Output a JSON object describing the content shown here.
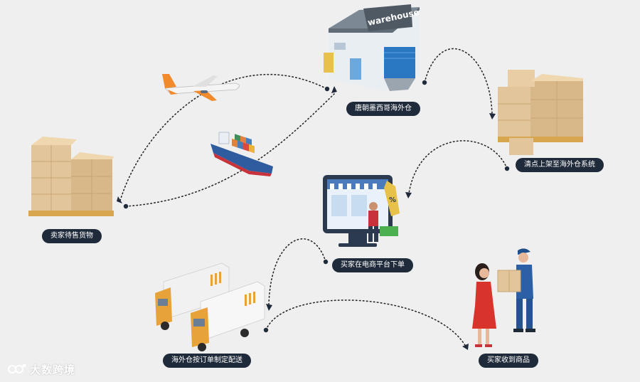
{
  "steps": {
    "seller_goods": "卖家待售货物",
    "mexico_warehouse": "唐朝墨西哥海外仓",
    "inventory_shelving": "清点上架至海外仓系统",
    "buyer_order": "买家在电商平台下单",
    "warehouse_delivery": "海外仓按订单制定配送",
    "buyer_receives": "买家收到商品"
  },
  "warehouse_sign": "warehouse",
  "brand_name": "大数跨境",
  "colors": {
    "pill": "#1f2a3a",
    "box": "#e2c59a",
    "box_dark": "#c9a572",
    "pallet": "#d9a650",
    "truck_cab": "#e8a23a",
    "accent_orange": "#f08a2c",
    "ship_hull": "#2f5c9e",
    "ship_red": "#c8323a"
  },
  "icons": [
    "airplane-icon",
    "cargo-ship-icon",
    "warehouse-icon",
    "pallet-boxes-icon",
    "ecommerce-screen-icon",
    "delivery-trucks-icon",
    "courier-handoff-icon"
  ]
}
